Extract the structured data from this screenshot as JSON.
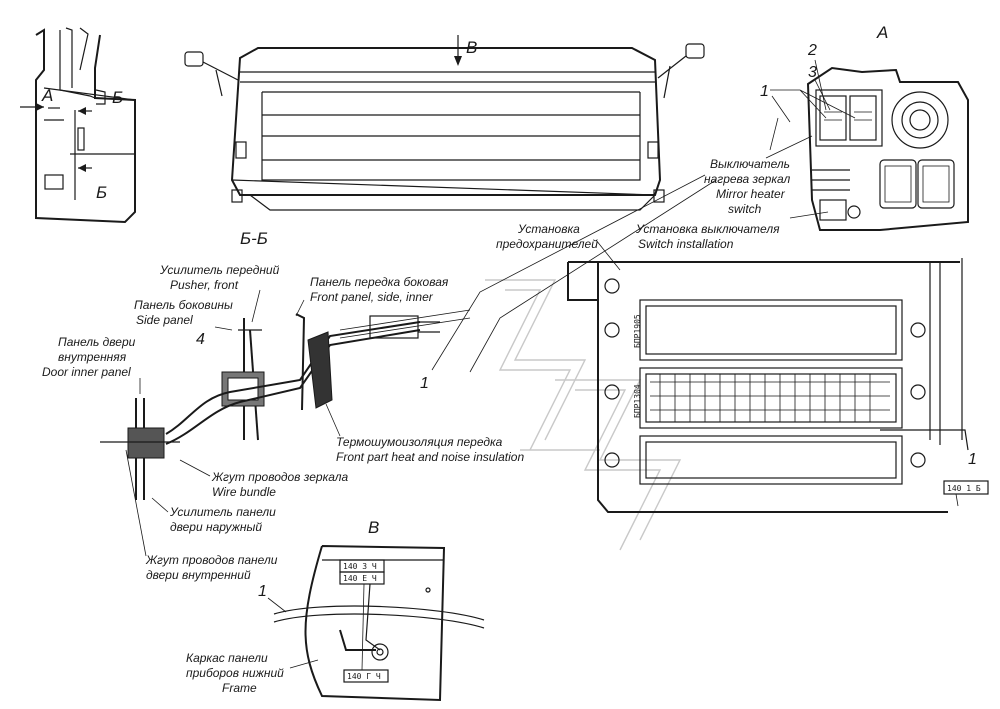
{
  "views": {
    "view_a": "А",
    "view_b": "B",
    "view_bb": "Б-Б",
    "arrow_a": "А",
    "arrow_b1": "Б",
    "arrow_b2": "Б",
    "arrow_b_top": "B"
  },
  "callouts": {
    "n1_top": "1",
    "n2": "2",
    "n3": "3",
    "n4": "4",
    "n1_sec": "1",
    "n1_fuse": "1",
    "n1_bottom": "1"
  },
  "labels": {
    "mirror_switch_ru_1": "Выключатель",
    "mirror_switch_ru_2": "нагрева зеркал",
    "mirror_switch_en_1": "Mirror heater",
    "mirror_switch_en_2": "switch",
    "switch_inst_ru": "Установка выключателя",
    "switch_inst_en": "Switch installation",
    "fuse_inst_ru_1": "Установка",
    "fuse_inst_ru_2": "предохранителей",
    "pusher_ru": "Усилитель передний",
    "pusher_en": "Pusher, front",
    "side_panel_ru": "Панель боковины",
    "side_panel_en": "Side panel",
    "front_panel_ru": "Панель передка боковая",
    "front_panel_en": "Front panel, side, inner",
    "door_inner_ru_1": "Панель двери",
    "door_inner_ru_2": "внутренняя",
    "door_inner_en": "Door inner panel",
    "insulation_ru": "Термошумоизоляция передка",
    "insulation_en": "Front part heat and noise insulation",
    "mirror_harness_ru": "Жгут проводов зеркала",
    "mirror_harness_en": "Wire bundle",
    "door_reinf_ru_1": "Усилитель панели",
    "door_reinf_ru_2": "двери наружный",
    "door_harness_ru_1": "Жгут проводов панели",
    "door_harness_ru_2": "двери внутренний",
    "frame_ru_1": "Каркас панели",
    "frame_ru_2": "приборов нижний",
    "frame_en": "Frame"
  },
  "tags": {
    "fuse_block_1": "БПР1905",
    "fuse_block_2": "БПР1304",
    "tag_fuse": "140 1 Б",
    "tag_b_1": "140 З Ч",
    "tag_b_2": "140 Е Ч",
    "tag_b_3": "140 Г Ч"
  }
}
